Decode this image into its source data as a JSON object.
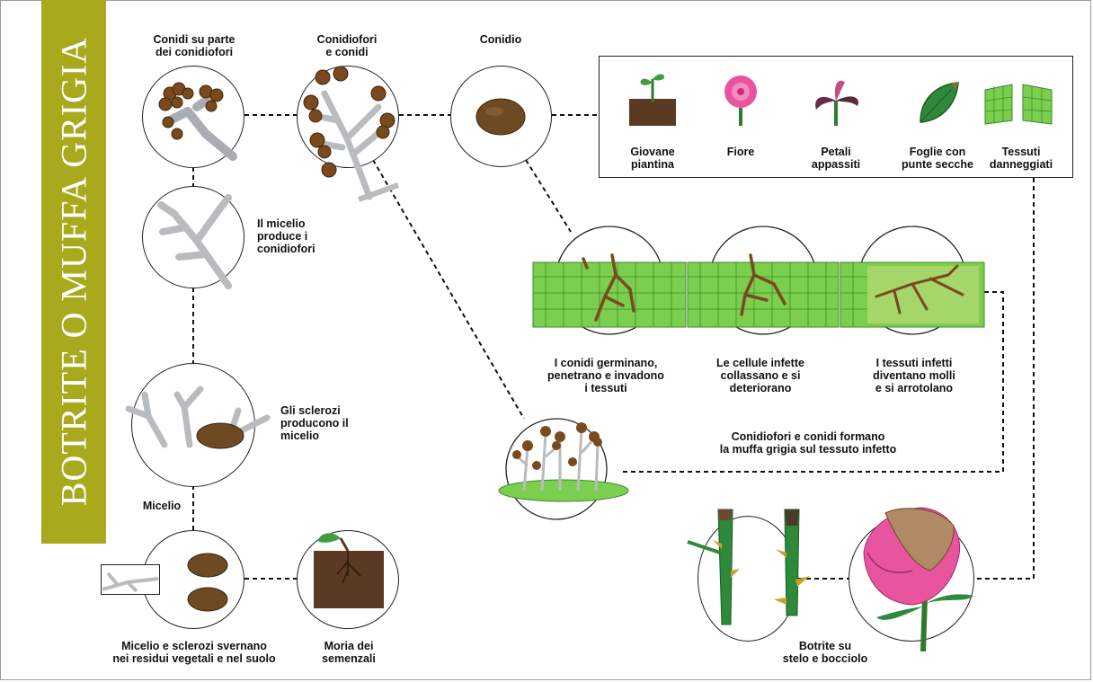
{
  "title": "BOTRITE O MUFFA GRIGIA",
  "labels": {
    "conidi_su_parte": "Conidi su parte\ndei conidiofori",
    "conidiofori_e_conidi": "Conidiofori\ne conidi",
    "conidio": "Conidio",
    "micelio_produce": "Il micelio\nproduce i\nconidiofori",
    "sclerozi_producono": "Gli sclerozi\nproducono il\nmicelio",
    "micelio": "Micelio",
    "svernano": "Micelio e sclerozi svernano\nnei residui vegetali e nel suolo",
    "moria": "Moria dei\nsemenzali",
    "germinano": "I conidi germinano,\npenetrano e invadono\ni tessuti",
    "collassano": "Le cellule infette\ncollassano e si\ndeteriorano",
    "molli": "I tessuti infetti\ndiventano molli\ne si arrotolano",
    "muffa_grigia": "Conidiofori e conidi formano\nla muffa grigia sul tessuto infetto",
    "stelo_bocciolo": "Botrite su\nstelo e bocciolo"
  },
  "hosts": [
    {
      "label": "Giovane\npiantina",
      "icon": "seedling-icon"
    },
    {
      "label": "Fiore",
      "icon": "flower-icon"
    },
    {
      "label": "Petali\nappassiti",
      "icon": "wilted-petals-icon"
    },
    {
      "label": "Foglie con\npunte secche",
      "icon": "leaf-icon"
    },
    {
      "label": "Tessuti\ndanneggiati",
      "icon": "damaged-tissue-icon"
    }
  ],
  "colors": {
    "band": "#a9a91e",
    "fungus_brown": "#7a4a1c",
    "mycelium_grey": "#b9bcbf",
    "tissue_green": "#7ccf4e",
    "rose_pink": "#e8559e"
  }
}
